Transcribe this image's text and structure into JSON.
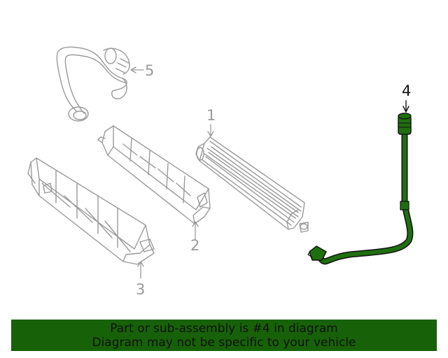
{
  "callouts": {
    "part_1": "1",
    "part_2": "2",
    "part_3": "3",
    "part_4": "4",
    "part_5": "5"
  },
  "footer": {
    "line_1": "Part or sub-assembly is #4 in diagram",
    "line_2": "Diagram may not be specific to your vehicle"
  },
  "colors": {
    "highlight_part": "#1f6f10",
    "line_art": "#9a9a9a",
    "footer_bg": "#176208"
  }
}
